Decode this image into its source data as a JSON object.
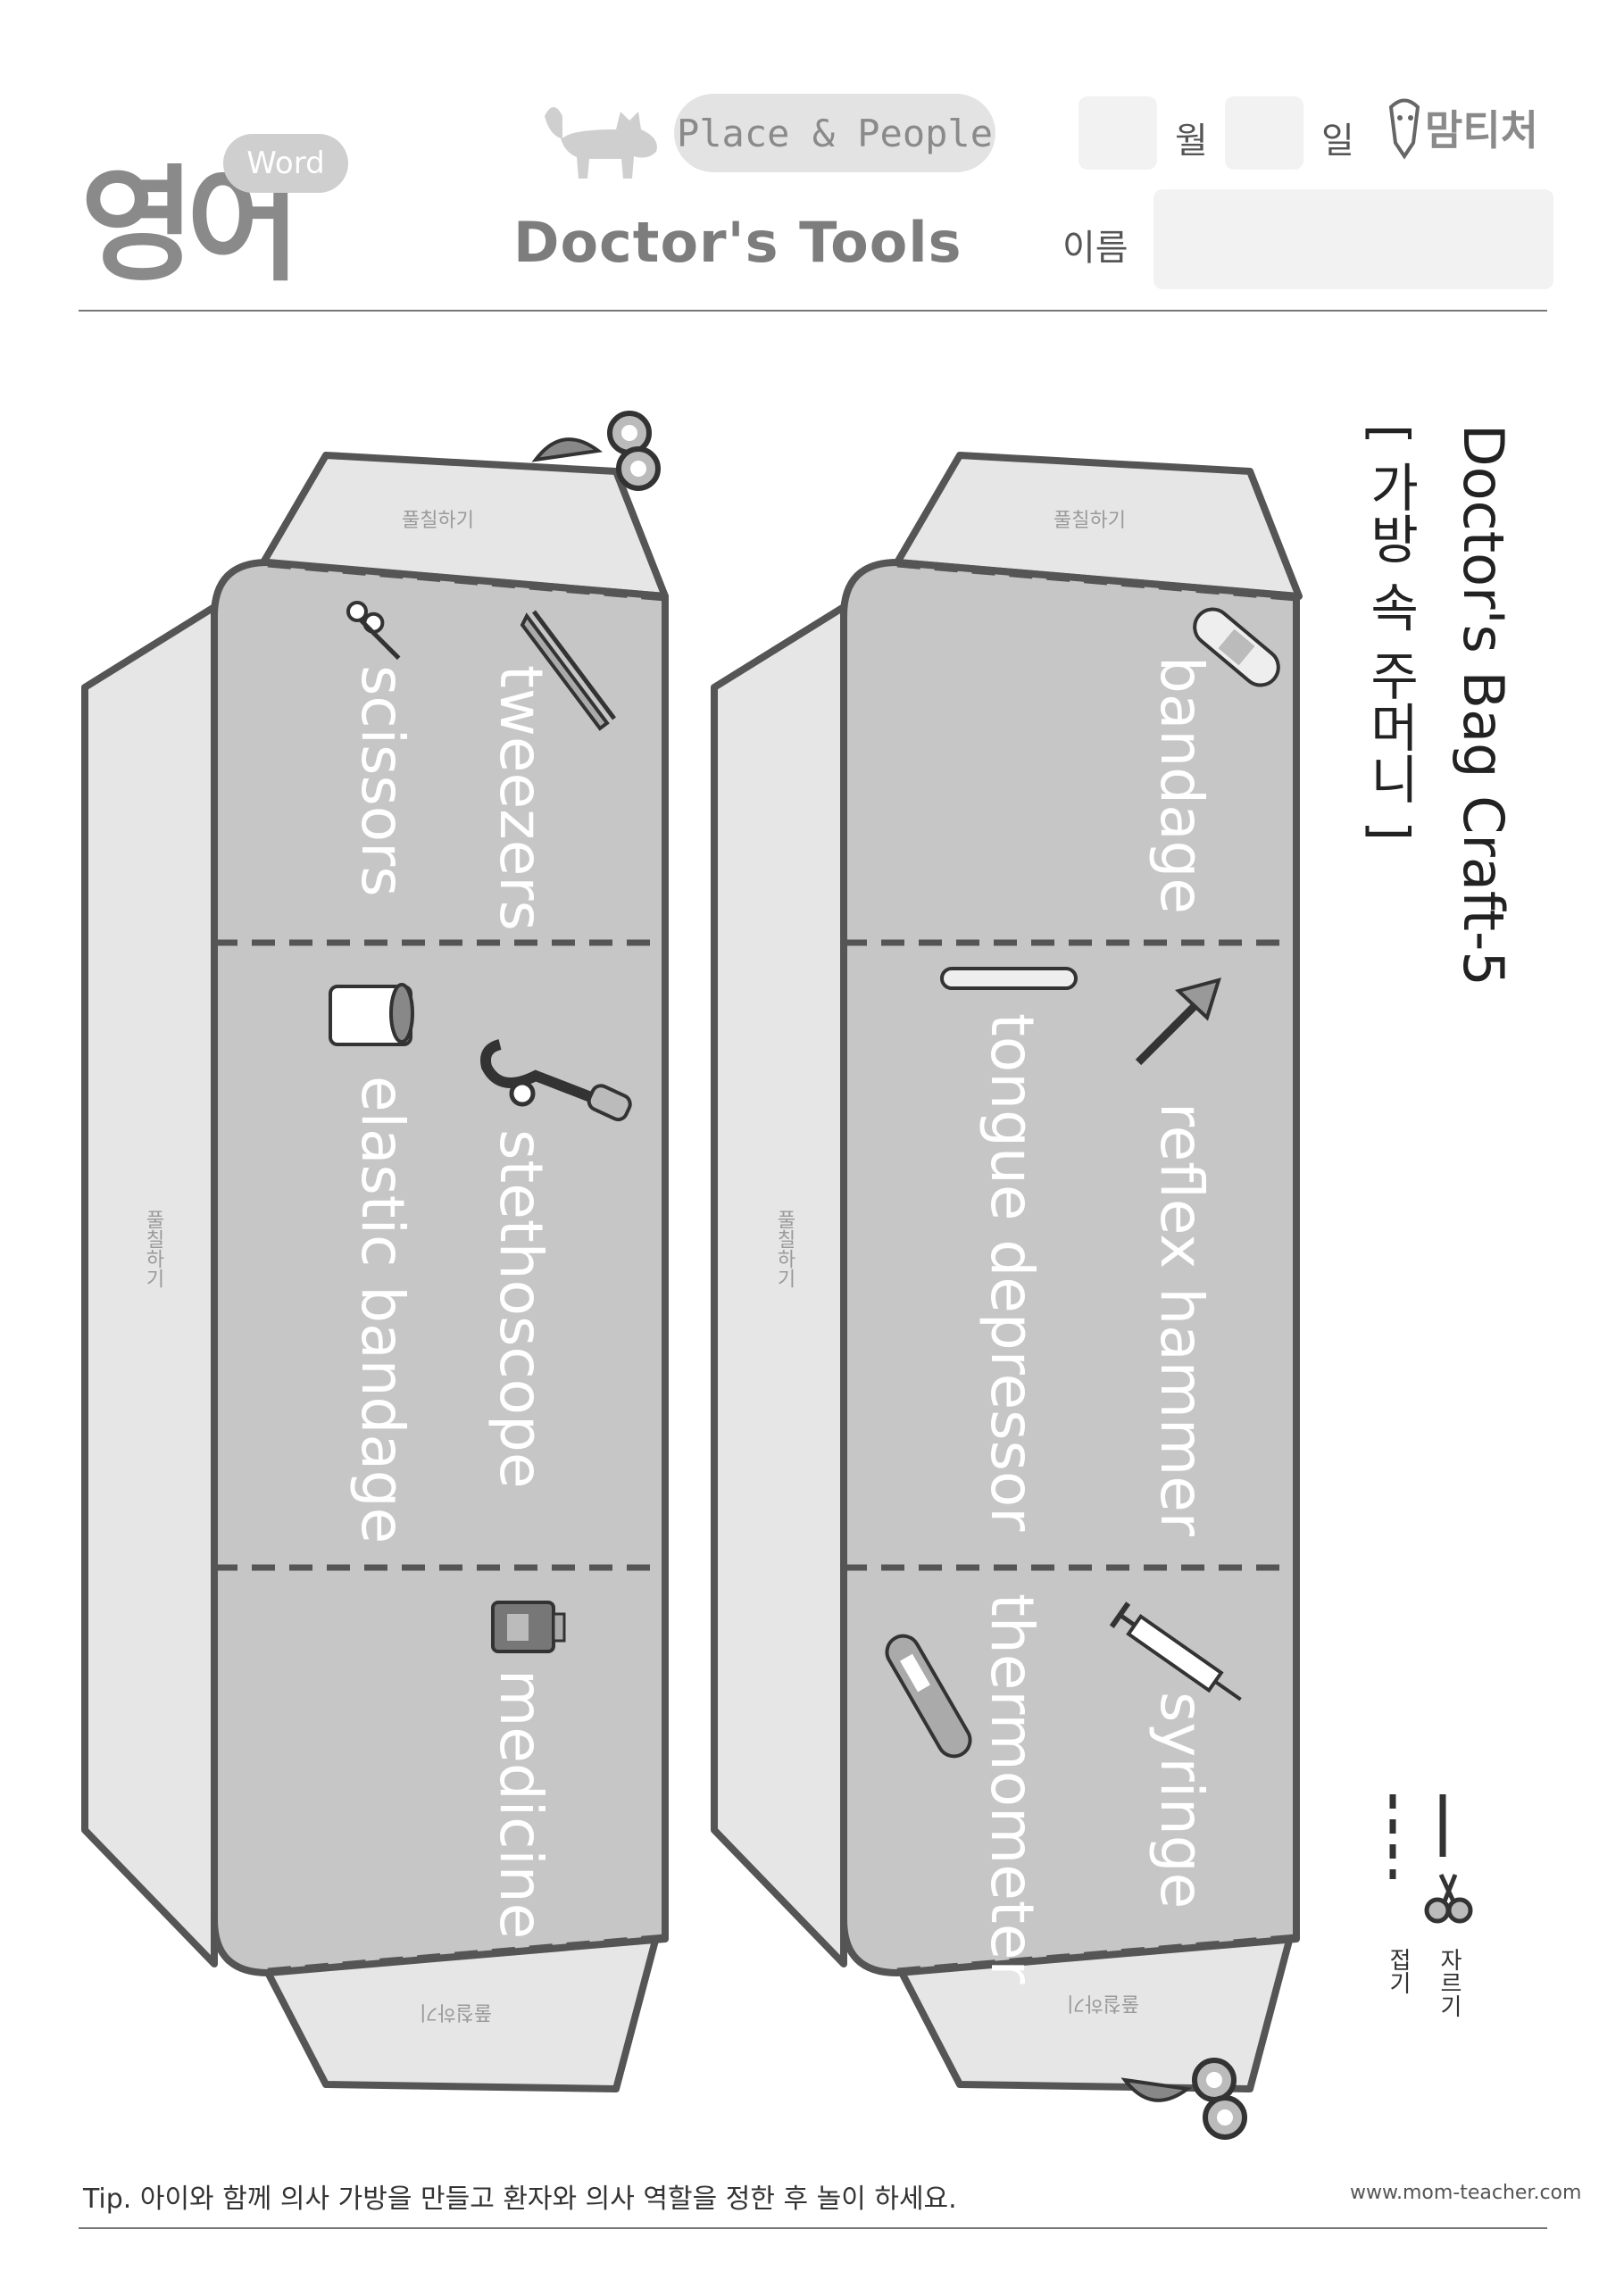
{
  "header": {
    "logo_korean": "영어",
    "logo_word": "Word",
    "category": "Place & People",
    "title": "Doctor's Tools",
    "month_label": "월",
    "day_label": "일",
    "brand": "맘티처",
    "name_label": "이름"
  },
  "craft": {
    "title": "Doctor's Bag Craft-5",
    "subtitle": "[ 가방 속 주머니 ]",
    "glue_label": "풀칠하기",
    "left_panel_words": [
      "tweezers",
      "scissors",
      "stethoscope",
      "elastic bandage",
      "medicine"
    ],
    "right_panel_words": [
      "bandage",
      "reflex hammer",
      "tongue depressor",
      "syringe",
      "thermometer"
    ]
  },
  "legend": {
    "cut_label": "자르기",
    "fold_label": "접기"
  },
  "footer": {
    "tip": "Tip. 아이와 함께 의사 가방을 만들고 환자와 의사 역할을 정한 후 놀이 하세요.",
    "website": "www.mom-teacher.com"
  },
  "colors": {
    "panel_fill": "#c6c6c6",
    "flap_fill": "#e6e6e6",
    "outline": "#555555"
  }
}
